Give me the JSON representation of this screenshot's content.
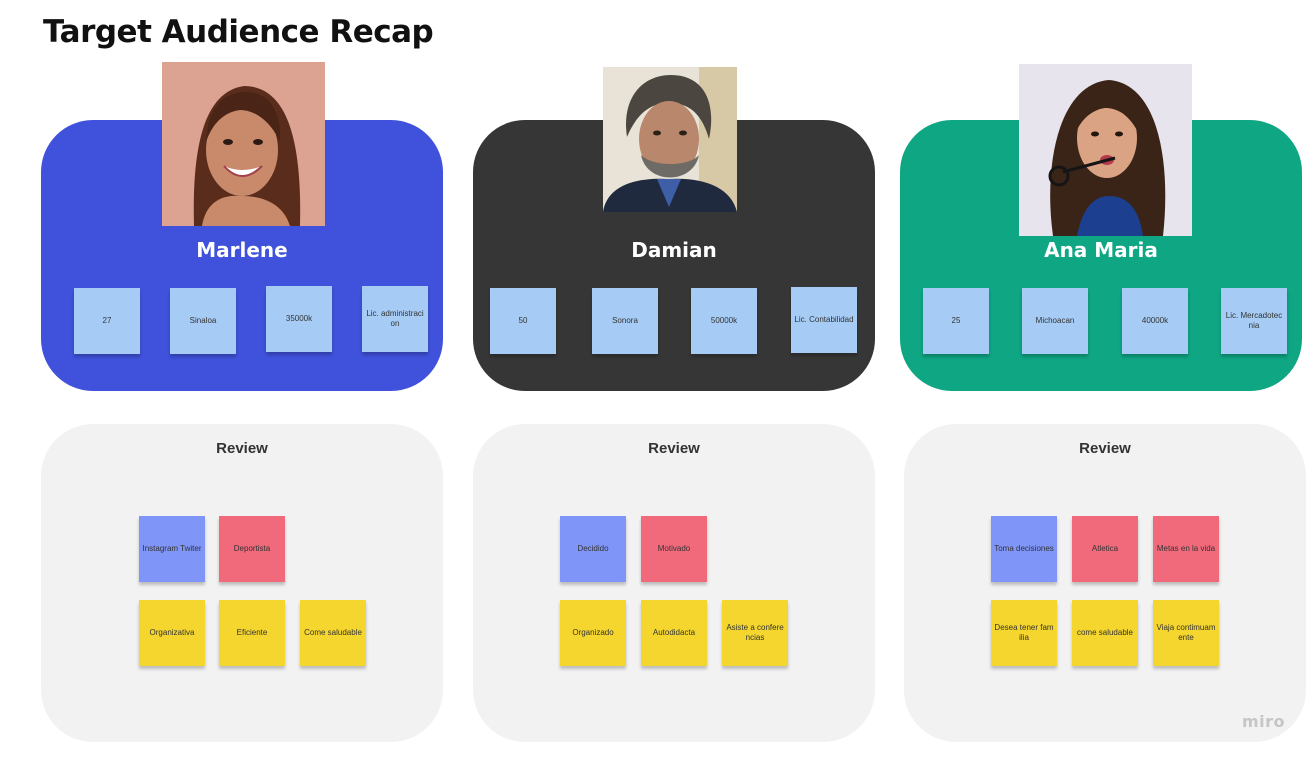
{
  "page": {
    "title": "Target Audience Recap"
  },
  "personas": [
    {
      "name": "Marlene",
      "color": "#4052db",
      "facts": [
        "27",
        "Sinaloa",
        "35000k",
        "Lic. administracion"
      ],
      "review": {
        "title": "Review",
        "notes": [
          {
            "text": "Instagram Twiter",
            "color": "#7f95f7"
          },
          {
            "text": "Deportista",
            "color": "#f06a7c"
          },
          {
            "text": "Organizativa",
            "color": "#f5d62e"
          },
          {
            "text": "Eficiente",
            "color": "#f5d62e"
          },
          {
            "text": "Come saludable",
            "color": "#f5d62e"
          }
        ]
      }
    },
    {
      "name": "Damian",
      "color": "#363636",
      "facts": [
        "50",
        "Sonora",
        "50000k",
        "Lic. Contabilidad"
      ],
      "review": {
        "title": "Review",
        "notes": [
          {
            "text": "Decidido",
            "color": "#7f95f7"
          },
          {
            "text": "Motivado",
            "color": "#f06a7c"
          },
          {
            "text": "Organizado",
            "color": "#f5d62e"
          },
          {
            "text": "Autodidacta",
            "color": "#f5d62e"
          },
          {
            "text": "Asiste a conferencias",
            "color": "#f5d62e"
          }
        ]
      }
    },
    {
      "name": "Ana Maria",
      "color": "#0fa683",
      "facts": [
        "25",
        "Michoacan",
        "40000k",
        "Lic. Mercadotecnia"
      ],
      "review": {
        "title": "Review",
        "notes": [
          {
            "text": "Toma decisiones",
            "color": "#7f95f7"
          },
          {
            "text": "Atletica",
            "color": "#f06a7c"
          },
          {
            "text": "Metas en la vida",
            "color": "#f06a7c"
          },
          {
            "text": "Desea tener familia",
            "color": "#f5d62e"
          },
          {
            "text": "come saludable",
            "color": "#f5d62e"
          },
          {
            "text": "Viaja contimuamente",
            "color": "#f5d62e"
          }
        ]
      }
    }
  ],
  "footer": {
    "brand": "miro"
  }
}
